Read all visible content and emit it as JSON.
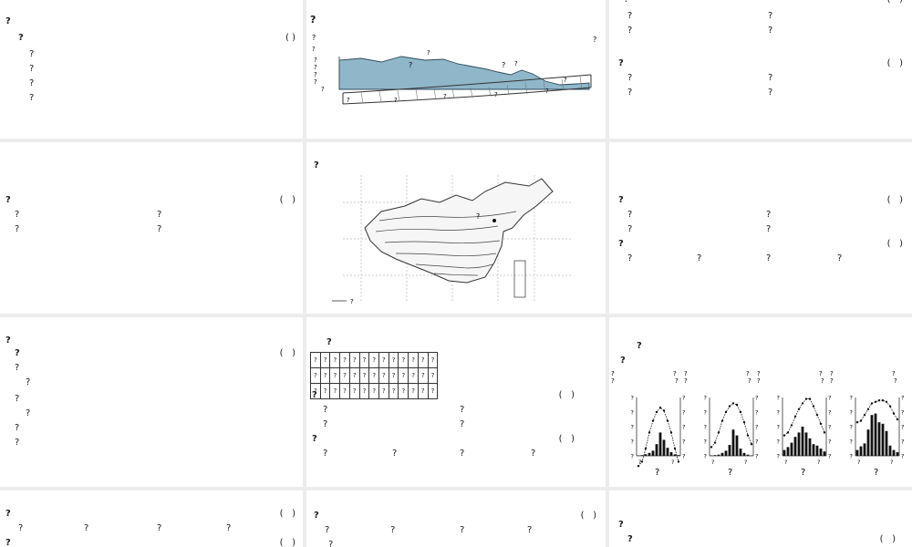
{
  "p1": {
    "section": "?",
    "q1_stem": "?",
    "q1_paren": "(    )",
    "q1_options": [
      "?",
      "?",
      "?",
      "?"
    ]
  },
  "p2": {
    "title": "?",
    "labels": {
      "west": "?",
      "east": "?",
      "elev_unit": "?",
      "east_lon": "?",
      "ticks": [
        "?",
        "?",
        "?",
        "?",
        "?",
        "?",
        "?",
        "?",
        "?"
      ],
      "terrain": [
        "?",
        "?",
        "?"
      ],
      "circled": [
        "?",
        "?"
      ]
    }
  },
  "p3": {
    "q2_cut": "?",
    "q2_opts": [
      "?",
      "?",
      "?",
      "?"
    ],
    "q3_stem": "?",
    "q3_opts": [
      "?",
      "?",
      "?",
      "?"
    ]
  },
  "p4": {
    "q4_stem": "?",
    "q4_opts": [
      "?",
      "?",
      "?",
      "?"
    ]
  },
  "p5": {
    "title": "?",
    "beijing": "?",
    "legend": "?"
  },
  "p6": {
    "q5_stem": "?",
    "q5_opts": [
      "?",
      "?",
      "?",
      "?"
    ],
    "q6_stem": "?",
    "q6_opts": [
      "?",
      "?",
      "?",
      "?"
    ]
  },
  "p7": {
    "q7_stem_1": "?",
    "q7_stem_2": "?",
    "q7_opts": [
      "?",
      "?",
      "?",
      "?",
      "?",
      "?"
    ]
  },
  "p8": {
    "title": "?",
    "table": {
      "row_heads": [
        "?",
        "?",
        "?"
      ],
      "months": [
        "?",
        "?",
        "?",
        "?",
        "?",
        "?",
        "?",
        "?",
        "?",
        "?",
        "?",
        "?"
      ],
      "temps": [
        "?",
        "?",
        "?",
        "?",
        "?",
        "?",
        "?",
        "?",
        "?",
        "?",
        "?",
        "?"
      ],
      "precip": [
        "?",
        "?",
        "?",
        "?",
        "?",
        "?",
        "?",
        "?",
        "?",
        "?",
        "?",
        "?"
      ]
    },
    "q8_stem": "?",
    "q8_opts": [
      "?",
      "?",
      "?",
      "?"
    ],
    "q9_stem": "?",
    "q9_opts": [
      "?",
      "?",
      "?",
      "?"
    ]
  },
  "p9": {
    "title_1": "?",
    "title_2": "?",
    "temp_label": "?",
    "temp_unit": "?",
    "precip_label": "?",
    "precip_unit": "?",
    "y_left": [
      "?",
      "?",
      "?",
      "?",
      "?"
    ],
    "y_right": [
      "?",
      "?",
      "?",
      "?",
      "?"
    ],
    "x_ticks": "?",
    "month_unit": "?",
    "circled": [
      "?",
      "?",
      "?",
      "?"
    ]
  },
  "chart_data": [
    {
      "type": "line",
      "title": "?",
      "x": [
        1,
        2,
        3,
        4,
        5,
        6,
        7,
        8,
        9,
        10,
        11,
        12
      ],
      "series": [
        {
          "name": "?",
          "values": [
            -17,
            -14,
            -5,
            6,
            14,
            20,
            23,
            21,
            14,
            6,
            -5,
            -14
          ]
        },
        {
          "name": "?",
          "values": [
            3,
            5,
            10,
            20,
            35,
            80,
            160,
            110,
            55,
            25,
            10,
            5
          ]
        }
      ],
      "ylim": [
        -10,
        30
      ]
    },
    {
      "type": "line",
      "title": "?",
      "x": [
        1,
        2,
        3,
        4,
        5,
        6,
        7,
        8,
        9,
        10,
        11,
        12
      ],
      "series": [
        {
          "name": "?",
          "values": [
            -4,
            -1,
            6,
            14,
            20,
            24,
            26,
            25,
            20,
            13,
            4,
            -2
          ]
        },
        {
          "name": "?",
          "values": [
            3,
            5,
            8,
            20,
            35,
            75,
            180,
            140,
            50,
            20,
            8,
            3
          ]
        }
      ],
      "ylim": [
        -10,
        30
      ]
    },
    {
      "type": "line",
      "title": "?",
      "x": [
        1,
        2,
        3,
        4,
        5,
        6,
        7,
        8,
        9,
        10,
        11,
        12
      ],
      "series": [
        {
          "name": "?",
          "values": [
            4,
            6,
            11,
            17,
            22,
            26,
            29,
            29,
            24,
            18,
            12,
            6
          ]
        },
        {
          "name": "?",
          "values": [
            40,
            60,
            90,
            130,
            160,
            200,
            160,
            120,
            80,
            70,
            50,
            30
          ]
        }
      ],
      "ylim": [
        -10,
        30
      ]
    },
    {
      "type": "line",
      "title": "?",
      "x": [
        1,
        2,
        3,
        4,
        5,
        6,
        7,
        8,
        9,
        10,
        11,
        12
      ],
      "series": [
        {
          "name": "?",
          "values": [
            13,
            14,
            18,
            22,
            26,
            27,
            28,
            28,
            27,
            24,
            19,
            15
          ]
        },
        {
          "name": "?",
          "values": [
            40,
            65,
            85,
            180,
            280,
            290,
            230,
            220,
            170,
            70,
            40,
            25
          ]
        }
      ],
      "ylim": [
        -10,
        30
      ]
    }
  ],
  "p10": {
    "q10_stem": "?",
    "q10_opts": [
      "?",
      "?",
      "?",
      "?"
    ],
    "q11_cut": "?"
  },
  "p11": {
    "q13_stem": "?",
    "q13_opts": [
      "?",
      "?",
      "?",
      "?"
    ],
    "q14_cut": "?"
  },
  "p12": {
    "q15_stem_1": "?",
    "q15_stem_2": "?"
  },
  "colors": {
    "page_bg": "#ececec",
    "panel_bg": "#ffffff",
    "profile_fill": "#8fb7c9",
    "text": "#1a1a1a"
  }
}
